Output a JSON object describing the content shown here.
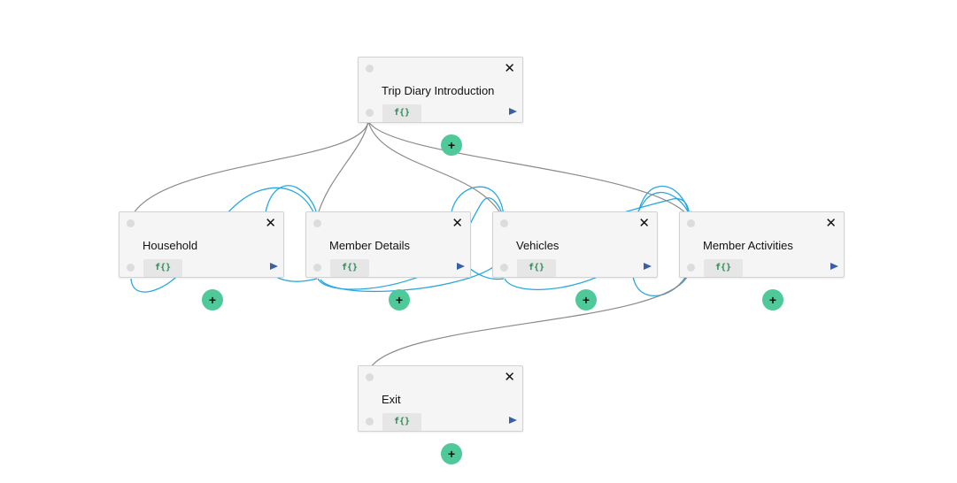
{
  "nodes": [
    {
      "id": "trip-diary-introduction",
      "title": "Trip Diary Introduction",
      "function_label": "f{}"
    },
    {
      "id": "household",
      "title": "Household",
      "function_label": "f{}"
    },
    {
      "id": "member-details",
      "title": "Member Details",
      "function_label": "f{}"
    },
    {
      "id": "vehicles",
      "title": "Vehicles",
      "function_label": "f{}"
    },
    {
      "id": "member-activities",
      "title": "Member Activities",
      "function_label": "f{}"
    },
    {
      "id": "exit",
      "title": "Exit",
      "function_label": "f{}"
    }
  ],
  "close_label": "✕",
  "add_label": "+",
  "colors": {
    "flow_edge": "#8a8a8a",
    "loop_edge": "#29a8e0",
    "add_button": "#4fc99a",
    "play": "#3a5ea8",
    "function_text": "#2e8b57"
  }
}
